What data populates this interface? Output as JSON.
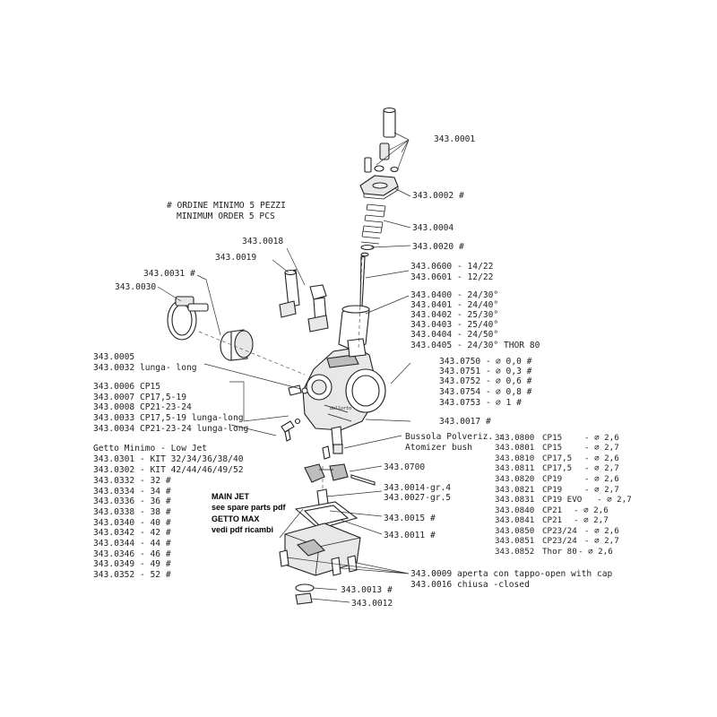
{
  "order_note": {
    "line1": "# ORDINE MINIMO 5 PEZZI",
    "line2": "MINIMUM ORDER 5 PCS"
  },
  "labels": {
    "p0001": "343.0001",
    "p0002": "343.0002 #",
    "p0004": "343.0004",
    "p0020": "343.0020 #",
    "p0600": "343.0600 - 14/22",
    "p0601": "343.0601 - 12/22",
    "slides": [
      "343.0400 - 24/30°",
      "343.0401 - 24/40°",
      "343.0402 - 25/30°",
      "343.0403 - 25/40°",
      "343.0404 - 24/50°",
      "343.0405 - 24/30° THOR 80"
    ],
    "atomizers": [
      {
        "code": "343.0750 -",
        "sym": "∅ 0,0 #"
      },
      {
        "code": "343.0751 -",
        "sym": "∅ 0,3 #"
      },
      {
        "code": "343.0752 -",
        "sym": "∅ 0,6 #"
      },
      {
        "code": "343.0754 -",
        "sym": "∅ 0,8 #"
      },
      {
        "code": "343.0753 -",
        "sym": "∅ 1 #"
      }
    ],
    "p0017": "343.0017 #",
    "bush_it": "Bussola Polveriz. :",
    "bush_en": "Atomizer bush",
    "bush_table": [
      {
        "code": "343.0800",
        "model": "CP15",
        "size": "- ∅ 2,6"
      },
      {
        "code": "343.0801",
        "model": "CP15",
        "size": "- ∅ 2,7"
      },
      {
        "code": "343.0810",
        "model": "CP17,5",
        "size": "- ∅ 2,6"
      },
      {
        "code": "343.0811",
        "model": "CP17,5",
        "size": "- ∅ 2,7"
      },
      {
        "code": "343.0820",
        "model": "CP19",
        "size": "- ∅ 2,6"
      },
      {
        "code": "343.0821",
        "model": "CP19",
        "size": "- ∅ 2,7"
      },
      {
        "code": "343.0831",
        "model": "CP19 EVO",
        "size": "- ∅ 2,7"
      },
      {
        "code": "343.0840",
        "model": "CP21",
        "size": "- ∅ 2,6"
      },
      {
        "code": "343.0841",
        "model": "CP21",
        "size": "- ∅ 2,7"
      },
      {
        "code": "343.0850",
        "model": "CP23/24",
        "size": "- ∅ 2,6"
      },
      {
        "code": "343.0851",
        "model": "CP23/24",
        "size": "- ∅ 2,7"
      },
      {
        "code": "343.0852",
        "model": "Thor 80",
        "size": "- ∅ 2,6"
      }
    ],
    "p0018": "343.0018",
    "p0019": "343.0019",
    "p0031": "343.0031 #",
    "p0030": "343.0030",
    "p0005": "343.0005",
    "p0032": "343.0032 lunga- long",
    "idle_group": [
      "343.0006  CP15",
      "343.0007  CP17,5-19",
      "343.0008  CP21-23-24",
      "343.0033  CP17,5-19 lunga-long",
      "343.0034  CP21-23-24 lunga-long"
    ],
    "low_jet_title": "Getto Minimo - Low Jet",
    "low_jet": [
      "343.0301 - KIT  32/34/36/38/40",
      "343.0302 - KIT 42/44/46/49/52",
      "343.0332  -  32 #",
      "343.0334  -  34 #",
      "343.0336  -  36 #",
      "343.0338  -  38 #",
      "343.0340  -  40 #",
      "343.0342  -  42 #",
      "343.0344  -  44 #",
      "343.0346  -  46 #",
      "343.0349  -  49 #",
      "343.0352  -  52 #"
    ],
    "main_jet": [
      "MAIN JET",
      "see spare parts pdf",
      "GETTO MAX",
      "vedi pdf ricambi"
    ],
    "p0700": "343.0700",
    "p0014": "343.0014-gr.4",
    "p0027": "343.0027-gr.5",
    "p0015": "343.0015 #",
    "p0011": "343.0011 #",
    "p0009": "343.0009  aperta con tappo-open with cap",
    "p0016": "343.0016  chiusa -closed",
    "p0013": "343.0013 #",
    "p0012": "343.0012"
  },
  "colors": {
    "ink": "#222222",
    "shade_light": "#e8e8e8",
    "shade_dark": "#bdbdbd",
    "background": "#ffffff"
  }
}
